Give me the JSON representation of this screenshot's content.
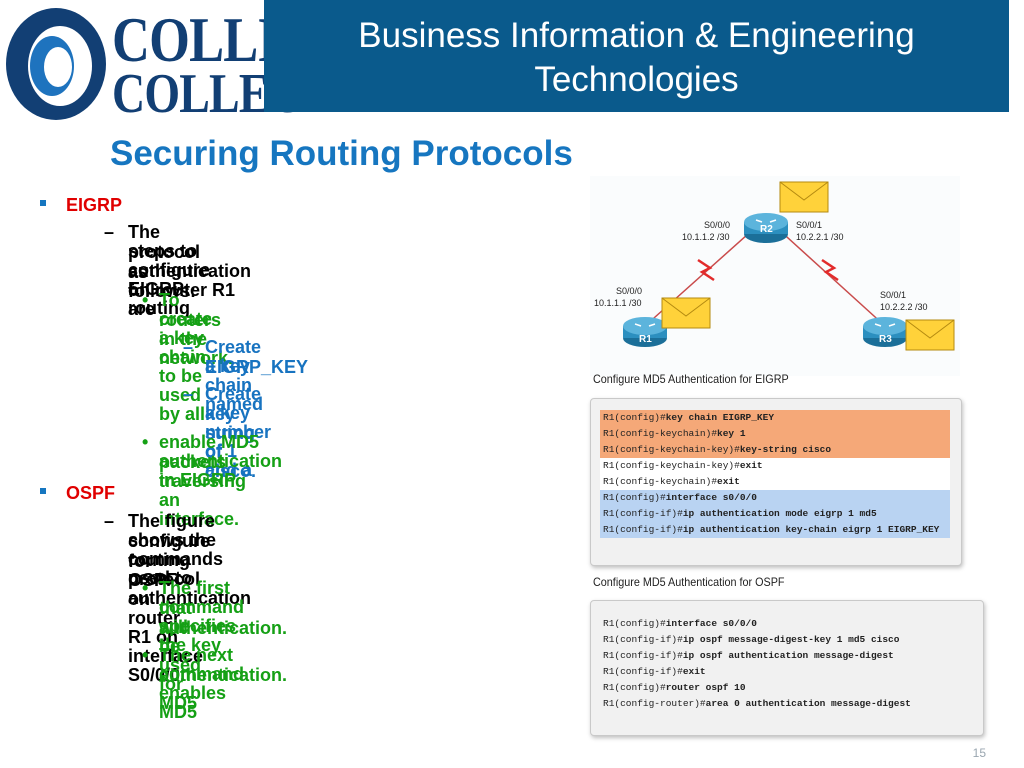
{
  "header": {
    "logo_line1": "COLLIN",
    "logo_line2": "COLLEGE",
    "banner_line1": "Business Information & Engineering",
    "banner_line2": "Technologies"
  },
  "slide": {
    "title": "Securing Routing Protocols",
    "page_number": "15"
  },
  "outline": {
    "eigrp": {
      "heading": "EIGRP",
      "text_lines": [
        "The steps to configure EIGRP routing",
        "protocol authentication on router R1 are",
        "as follows:"
      ],
      "bullet1_lines": [
        "To create a key chain to be used by all",
        "routers in the network."
      ],
      "sub1_lines": [
        "Create a key chain named",
        "EIGRP_KEY"
      ],
      "sub2_lines": [
        "Create a key number of 1 and a",
        "key string of cisco."
      ],
      "bullet2_lines": [
        "enable MD5 authentication in EIGRP",
        "packets traversing an interface."
      ]
    },
    "ospf": {
      "heading": "OSPF",
      "text_lines": [
        "The figure shows the commands used to",
        "configure routing protocol authentication",
        "for OSPF on router R1 on interface S0/0/0."
      ],
      "bullet1_lines": [
        "The first command specifies the key",
        "that will be used for MD5",
        "authentication."
      ],
      "bullet2_lines": [
        "The next command enables MD5",
        "authentication."
      ]
    }
  },
  "topology": {
    "r1": "R1",
    "r2": "R2",
    "r3": "R3",
    "r2_left_if": "S0/0/0",
    "r2_left_ip": "10.1.1.2 /30",
    "r2_right_if": "S0/0/1",
    "r2_right_ip": "10.2.2.1 /30",
    "r1_if": "S0/0/0",
    "r1_ip": "10.1.1.1 /30",
    "r3_if": "S0/0/1",
    "r3_ip": "10.2.2.2 /30"
  },
  "eigrp_cli": {
    "caption": "Configure MD5 Authentication for EIGRP",
    "lines": [
      {
        "prompt": "R1(config)#",
        "cmd": "key chain EIGRP_KEY"
      },
      {
        "prompt": "R1(config-keychain)#",
        "cmd": "key 1"
      },
      {
        "prompt": "R1(config-keychain-key)#",
        "cmd": "key-string cisco"
      },
      {
        "prompt": "R1(config-keychain-key)#",
        "cmd": "exit"
      },
      {
        "prompt": "R1(config-keychain)#",
        "cmd": "exit"
      },
      {
        "prompt": "R1(config)#",
        "cmd": "interface s0/0/0"
      },
      {
        "prompt": "R1(config-if)#",
        "cmd": "ip authentication mode eigrp 1 md5"
      },
      {
        "prompt": "R1(config-if)#",
        "cmd": "ip authentication key-chain eigrp 1 EIGRP_KEY"
      }
    ],
    "highlight_colors": [
      "#f5a878",
      "#f5a878",
      "#f5a878",
      "#ffffff",
      "#ffffff",
      "#b9d3f2",
      "#b9d3f2",
      "#b9d3f2"
    ]
  },
  "ospf_cli": {
    "caption": "Configure MD5 Authentication for OSPF",
    "lines": [
      {
        "prompt": "R1(config)#",
        "cmd": "interface s0/0/0"
      },
      {
        "prompt": "R1(config-if)#",
        "cmd": "ip ospf message-digest-key 1 md5 cisco"
      },
      {
        "prompt": "R1(config-if)#",
        "cmd": "ip ospf authentication message-digest"
      },
      {
        "prompt": "R1(config-if)#",
        "cmd": "exit"
      },
      {
        "prompt": "R1(config)#",
        "cmd": "router ospf 10"
      },
      {
        "prompt": "R1(config-router)#",
        "cmd": "area 0 authentication message-digest"
      }
    ]
  },
  "colors": {
    "banner": "#0a5a8c",
    "title": "#1676c0",
    "heading_red": "#e00000",
    "bullet_green": "#15a015",
    "sub_blue": "#1773c0"
  }
}
